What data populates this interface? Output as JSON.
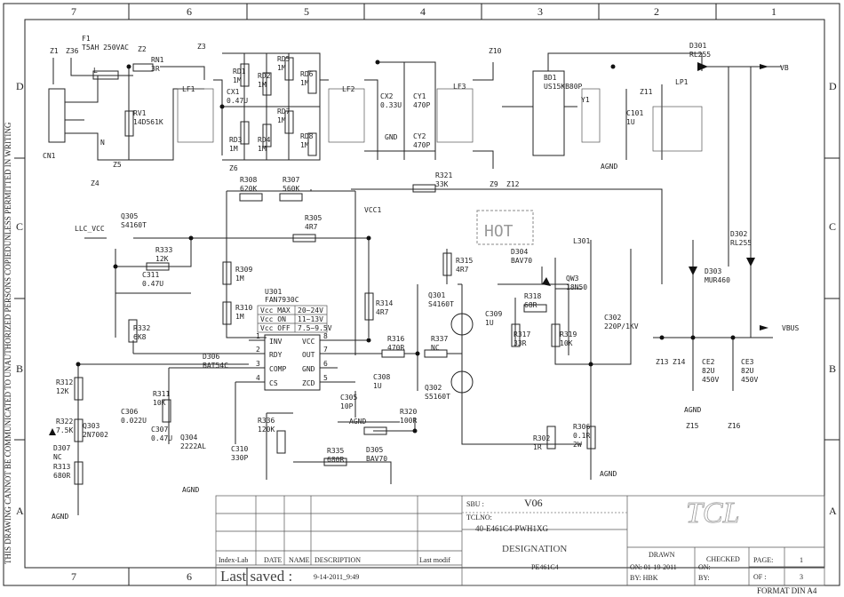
{
  "frame": {
    "columns": [
      "7",
      "6",
      "5",
      "4",
      "3",
      "2",
      "1"
    ],
    "rows": [
      "D",
      "C",
      "B",
      "A"
    ],
    "side_notice": "THIS DRAWING CANNOT BE COMMUNICATED TO UNAUTHORIZED PERSONS COPIEDUNLESS  PERMITTED IN WRITING",
    "format": "FORMAT DIN A4"
  },
  "title_block": {
    "sbu_label": "SBU :",
    "sbu": "V06",
    "tclno_label": "TCLNO:",
    "tclno": "40-E461C4-PWH1XG",
    "designation_label": "DESIGNATION",
    "designation": "PE461C4",
    "logo": "TCL",
    "headers": [
      "Index-Lab",
      "DATE",
      "NAME",
      "DESCRIPTION",
      "Last modif"
    ],
    "last_saved_label": "Last saved :",
    "last_saved": "9-14-2011_9:49",
    "drawn_label": "DRAWN",
    "drawn_on": "ON:  01-19-2011",
    "drawn_by": "BY:   HBK",
    "checked_label": "CHECKED",
    "checked_on": "ON:",
    "checked_by": "BY:",
    "page_label": "PAGE:",
    "page": "1",
    "of_label": "OF :",
    "of": "3"
  },
  "ic": {
    "ref": "U301",
    "part": "FAN7930C",
    "spec": [
      [
        "Vcc MAX",
        "20~24V"
      ],
      [
        "Vcc ON",
        "11~13V"
      ],
      [
        "Vcc OFF",
        "7.5~9.5V"
      ]
    ],
    "pins": [
      [
        "1",
        "INV"
      ],
      [
        "2",
        "RDY"
      ],
      [
        "3",
        "COMP"
      ],
      [
        "4",
        "CS"
      ],
      [
        "8",
        "VCC"
      ],
      [
        "7",
        "OUT"
      ],
      [
        "6",
        "GND"
      ],
      [
        "5",
        "ZCD"
      ]
    ]
  },
  "nets": [
    "LLC_VCC",
    "VCC1",
    "VB",
    "VBUS",
    "HOT",
    "AGND",
    "AGND",
    "AGND",
    "AGND",
    "AGND",
    "AGND",
    "GND",
    "L",
    "N"
  ],
  "components": [
    {
      "ref": "F1",
      "value": "T5AH 250VAC"
    },
    {
      "ref": "Z1",
      "value": ""
    },
    {
      "ref": "Z36",
      "value": ""
    },
    {
      "ref": "Z2",
      "value": ""
    },
    {
      "ref": "Z3",
      "value": ""
    },
    {
      "ref": "RN1",
      "value": "3R"
    },
    {
      "ref": "CN1",
      "value": ""
    },
    {
      "ref": "RV1",
      "value": "14D561K"
    },
    {
      "ref": "LF1",
      "value": ""
    },
    {
      "ref": "CX1",
      "value": "0.47U"
    },
    {
      "ref": "RD1",
      "value": "1M"
    },
    {
      "ref": "RD2",
      "value": "1M"
    },
    {
      "ref": "RD3",
      "value": "1M"
    },
    {
      "ref": "RD4",
      "value": "1M"
    },
    {
      "ref": "RD5",
      "value": "1M"
    },
    {
      "ref": "RD6",
      "value": "1M"
    },
    {
      "ref": "RD7",
      "value": "1M"
    },
    {
      "ref": "RD8",
      "value": "1M"
    },
    {
      "ref": "Z4",
      "value": ""
    },
    {
      "ref": "Z5",
      "value": ""
    },
    {
      "ref": "Z6",
      "value": ""
    },
    {
      "ref": "LF2",
      "value": ""
    },
    {
      "ref": "CX2",
      "value": "0.33U"
    },
    {
      "ref": "CY1",
      "value": "470P"
    },
    {
      "ref": "CY2",
      "value": "470P"
    },
    {
      "ref": "LF3",
      "value": ""
    },
    {
      "ref": "Z10",
      "value": ""
    },
    {
      "ref": "BD1",
      "value": "US15KB80P"
    },
    {
      "ref": "Y1",
      "value": ""
    },
    {
      "ref": "C101",
      "value": "1U"
    },
    {
      "ref": "Z11",
      "value": ""
    },
    {
      "ref": "LP1",
      "value": ""
    },
    {
      "ref": "D301",
      "value": "RL255"
    },
    {
      "ref": "Z9",
      "value": ""
    },
    {
      "ref": "Z12",
      "value": ""
    },
    {
      "ref": "R321",
      "value": "33K"
    },
    {
      "ref": "R308",
      "value": "620K"
    },
    {
      "ref": "R307",
      "value": "560K"
    },
    {
      "ref": "Q305",
      "value": "S4160T"
    },
    {
      "ref": "R333",
      "value": "12K"
    },
    {
      "ref": "C311",
      "value": "0.47U"
    },
    {
      "ref": "R305",
      "value": "4R7"
    },
    {
      "ref": "R309",
      "value": "1M"
    },
    {
      "ref": "R310",
      "value": "1M"
    },
    {
      "ref": "R315",
      "value": "4R7"
    },
    {
      "ref": "D304",
      "value": "BAV70"
    },
    {
      "ref": "L301",
      "value": ""
    },
    {
      "ref": "QW3",
      "value": "18N50"
    },
    {
      "ref": "R318",
      "value": "68R"
    },
    {
      "ref": "Q301",
      "value": "S4160T"
    },
    {
      "ref": "C309",
      "value": "1U"
    },
    {
      "ref": "R317",
      "value": "33R"
    },
    {
      "ref": "R319",
      "value": "10K"
    },
    {
      "ref": "C302",
      "value": "220P/1KV"
    },
    {
      "ref": "D303",
      "value": "MUR460"
    },
    {
      "ref": "D302",
      "value": "RL255"
    },
    {
      "ref": "R314",
      "value": "4R7"
    },
    {
      "ref": "R316",
      "value": "470R"
    },
    {
      "ref": "R337",
      "value": "NC"
    },
    {
      "ref": "Q302",
      "value": "S5160T"
    },
    {
      "ref": "R332",
      "value": "6K8"
    },
    {
      "ref": "R312",
      "value": "12K"
    },
    {
      "ref": "R322",
      "value": "7.5K"
    },
    {
      "ref": "D307",
      "value": "NC"
    },
    {
      "ref": "R313",
      "value": "680R"
    },
    {
      "ref": "Q303",
      "value": "2N7002"
    },
    {
      "ref": "C306",
      "value": "0.022U"
    },
    {
      "ref": "R311",
      "value": "10K"
    },
    {
      "ref": "D306",
      "value": "BAT54C"
    },
    {
      "ref": "C307",
      "value": "0.47U"
    },
    {
      "ref": "Q304",
      "value": "2222AL"
    },
    {
      "ref": "C310",
      "value": "330P"
    },
    {
      "ref": "R336",
      "value": "120K"
    },
    {
      "ref": "R335",
      "value": "680R"
    },
    {
      "ref": "R320",
      "value": "100R"
    },
    {
      "ref": "D305",
      "value": "BAV70"
    },
    {
      "ref": "C305",
      "value": "10P"
    },
    {
      "ref": "C308",
      "value": "1U"
    },
    {
      "ref": "Z13",
      "value": ""
    },
    {
      "ref": "Z14",
      "value": ""
    },
    {
      "ref": "CE2",
      "value": "82U",
      "value2": "450V"
    },
    {
      "ref": "CE3",
      "value": "82U",
      "value2": "450V"
    },
    {
      "ref": "Z15",
      "value": ""
    },
    {
      "ref": "Z16",
      "value": ""
    },
    {
      "ref": "R302",
      "value": "1R"
    },
    {
      "ref": "R306",
      "value": "0.1R",
      "value2": "2W"
    }
  ]
}
